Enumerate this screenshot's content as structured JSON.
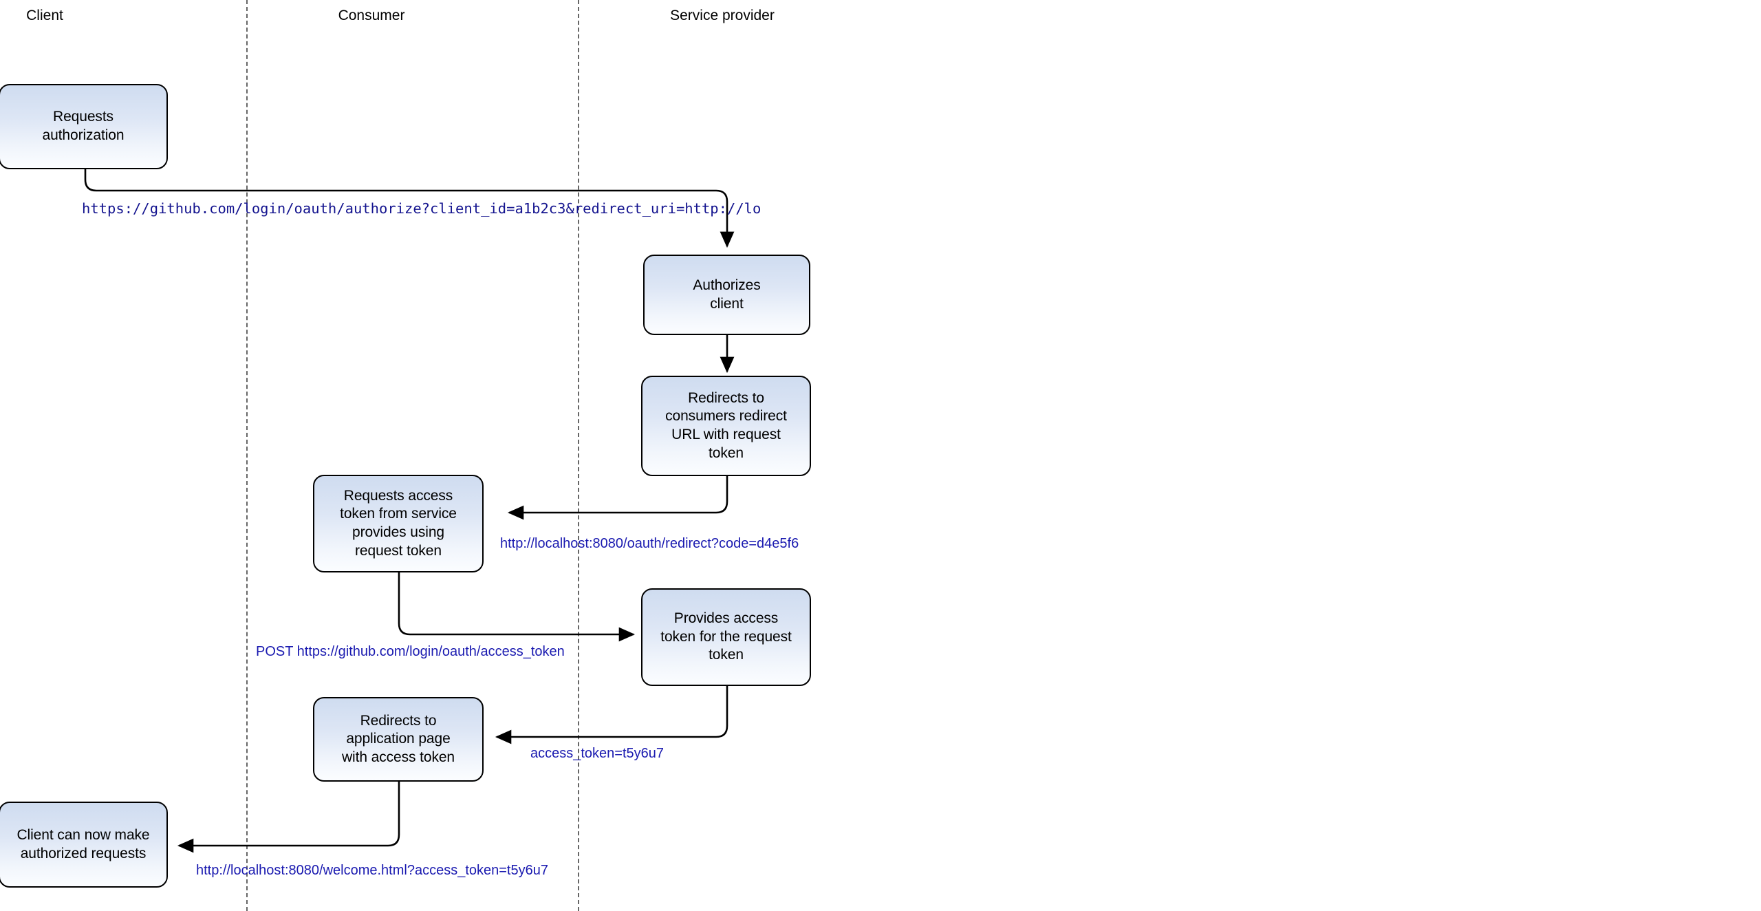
{
  "diagram": {
    "title": "OAuth 2.0 authorization code flow",
    "type": "swimlane-flowchart",
    "colors": {
      "node_border": "#000000",
      "node_fill_top": "#cfdcf0",
      "node_fill_bottom": "#fbfdff",
      "label_text": "#1a1ab0",
      "lane_divider": "#666666",
      "connector": "#000000",
      "background": "#ffffff"
    },
    "lanes": [
      {
        "id": "client",
        "label": "Client"
      },
      {
        "id": "consumer",
        "label": "Consumer"
      },
      {
        "id": "service-provider",
        "label": "Service provider"
      }
    ],
    "nodes": [
      {
        "id": "requests-authorization",
        "lane": "client",
        "line1": "Requests",
        "line2": "authorization"
      },
      {
        "id": "authorizes-client",
        "lane": "service-provider",
        "line1": "Authorizes",
        "line2": "client"
      },
      {
        "id": "redirects-to-consumer",
        "lane": "service-provider",
        "line1": "Redirects to",
        "line2": "consumers redirect",
        "line3": "URL with request",
        "line4": "token"
      },
      {
        "id": "requests-access-token",
        "lane": "consumer",
        "line1": "Requests access",
        "line2": "token from service",
        "line3": "provides using",
        "line4": "request token"
      },
      {
        "id": "provides-access-token",
        "lane": "service-provider",
        "line1": "Provides access",
        "line2": "token for the request",
        "line3": "token"
      },
      {
        "id": "redirects-to-app-page",
        "lane": "consumer",
        "line1": "Redirects to",
        "line2": "application page",
        "line3": "with access token"
      },
      {
        "id": "client-authorized",
        "lane": "client",
        "line1": "Client can now make",
        "line2": "authorized requests"
      }
    ],
    "edge_labels": [
      {
        "id": "authorize-url",
        "text": "https://github.com/login/oauth/authorize?client_id=a1b2c3&redirect_uri=http://lo",
        "style": "monospace",
        "note": "clipped at right edge of image"
      },
      {
        "id": "redirect-code-url",
        "text": "http://localhost:8080/oauth/redirect?code=d4e5f6",
        "style": "sans"
      },
      {
        "id": "access-token-post",
        "text": "POST https://github.com/login/oauth/access_token",
        "style": "sans"
      },
      {
        "id": "access-token-value",
        "text": "access_token=t5y6u7",
        "style": "sans"
      },
      {
        "id": "welcome-url",
        "text": "http://localhost:8080/welcome.html?access_token=t5y6u7",
        "style": "sans"
      }
    ]
  }
}
